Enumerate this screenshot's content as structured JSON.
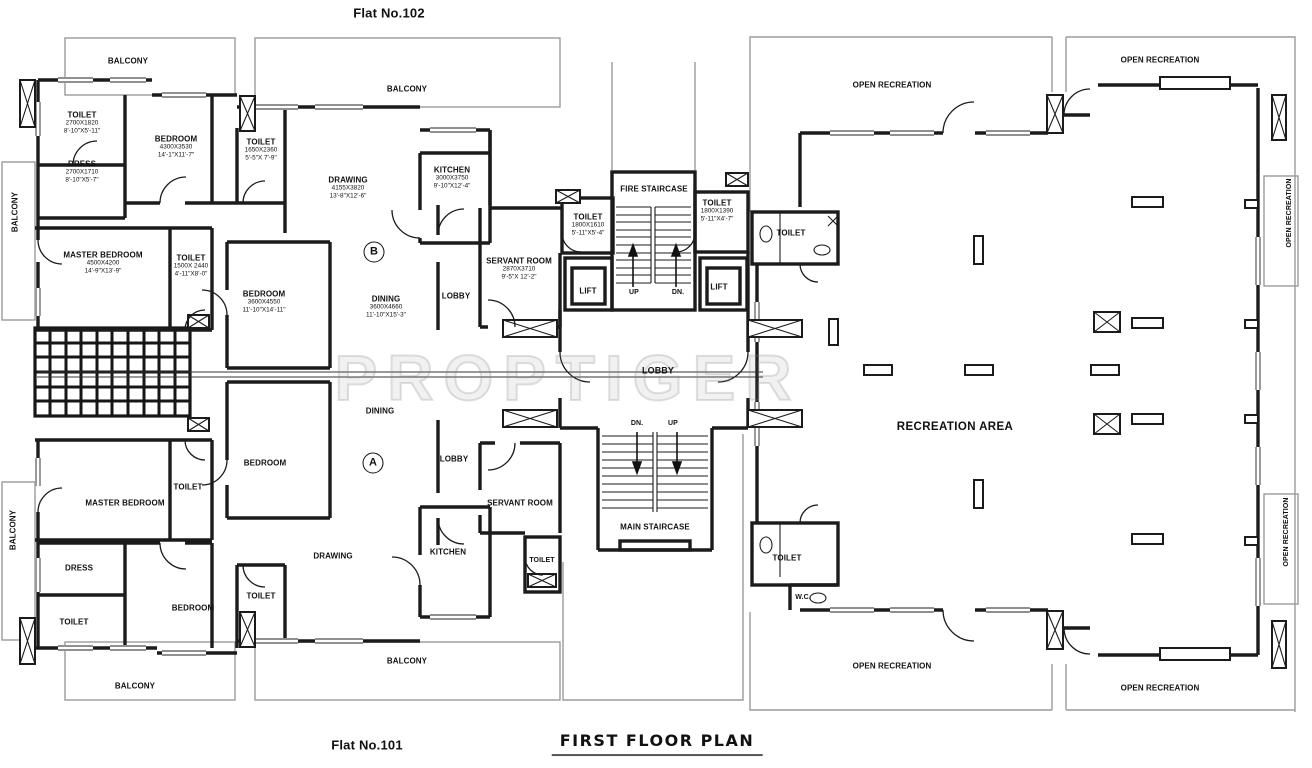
{
  "page": {
    "flat_no_102": "Flat No.102",
    "flat_no_101": "Flat No.101",
    "plan_title": "FIRST FLOOR PLAN",
    "watermark": "PROPTIGER"
  },
  "labels": {
    "balcony": "BALCONY",
    "open_recreation": "OPEN RECREATION",
    "recreation_area": "RECREATION AREA",
    "lobby": "LOBBY",
    "lift": "LIFT",
    "up": "UP",
    "dn": "DN.",
    "fire_staircase": "FIRE STAIRCASE",
    "main_staircase": "MAIN STAIRCASE",
    "unit_a": "A",
    "unit_b": "B",
    "toilet": "TOILET",
    "wc": "W.C.",
    "dress": "DRESS",
    "drawing": "DRAWING",
    "kitchen": "KITCHEN",
    "dining": "DINING",
    "bedroom": "BEDROOM",
    "master_bedroom": "MASTER BEDROOM",
    "servant_room": "SERVANT ROOM",
    "toilet_102a": {
      "name": "TOILET",
      "mm": "2700X1820",
      "ft": "8'-10\"X5'-11\""
    },
    "dress_102": {
      "name": "DRESS",
      "mm": "2700X1710",
      "ft": "8'-10\"X5'-7\""
    },
    "bedroom_102a": {
      "name": "BEDROOM",
      "mm": "4300X3530",
      "ft": "14'-1\"X11'-7\""
    },
    "toilet_102b": {
      "name": "TOILET",
      "mm": "1650X2360",
      "ft": "5'-5\"X 7'-9\""
    },
    "drawing_102": {
      "name": "DRAWING",
      "mm": "4155X3820",
      "ft": "13'-8\"X12'-6\""
    },
    "kitchen_102": {
      "name": "KITCHEN",
      "mm": "3000X3750",
      "ft": "9'-10\"X12'-4\""
    },
    "master_102": {
      "name": "MASTER BEDROOM",
      "mm": "4500X4200",
      "ft": "14'-9\"X13'-9\""
    },
    "toilet_102c": {
      "name": "TOILET",
      "mm": "1500X 2440",
      "ft": "4'-11\"X8'-0\""
    },
    "bedroom_102b": {
      "name": "BEDROOM",
      "mm": "3600X4550",
      "ft": "11'-10\"X14'-11\""
    },
    "dining_102": {
      "name": "DINING",
      "mm": "3600X4660",
      "ft": "11'-10\"X15'-3\""
    },
    "servant_102": {
      "name": "SERVANT ROOM",
      "mm": "2870X3710",
      "ft": "9'-5\"X 12'-2\""
    },
    "toilet_core_a": {
      "name": "TOILET",
      "mm": "1800X1610",
      "ft": "5'-11\"X5'-4\""
    },
    "toilet_core_b": {
      "name": "TOILET",
      "mm": "1800X1390",
      "ft": "5'-11\"X4'-7\""
    }
  }
}
